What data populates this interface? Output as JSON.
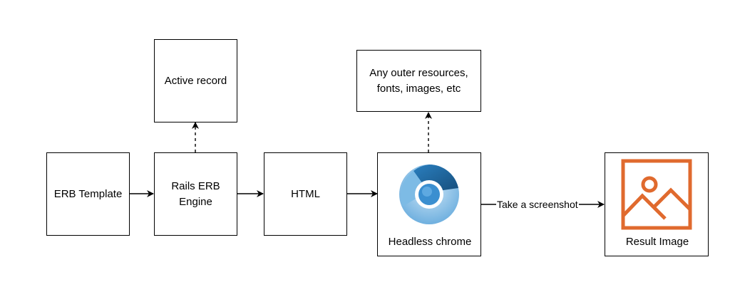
{
  "nodes": {
    "erb_template": "ERB Template",
    "rails_erb_engine": "Rails ERB\nEngine",
    "active_record": "Active record",
    "html": "HTML",
    "outer_resources": "Any outer resources,\nfonts, images, etc",
    "headless_chrome": "Headless chrome",
    "result_image": "Result Image"
  },
  "edges": {
    "screenshot_label": "Take a screenshot"
  },
  "icons": {
    "chrome": "chrome-browser-icon",
    "image": "image-placeholder-icon"
  },
  "colors": {
    "image_icon": "#e06a2e",
    "chrome_dark": "#1f6aa3",
    "chrome_light": "#a9d1ee"
  }
}
